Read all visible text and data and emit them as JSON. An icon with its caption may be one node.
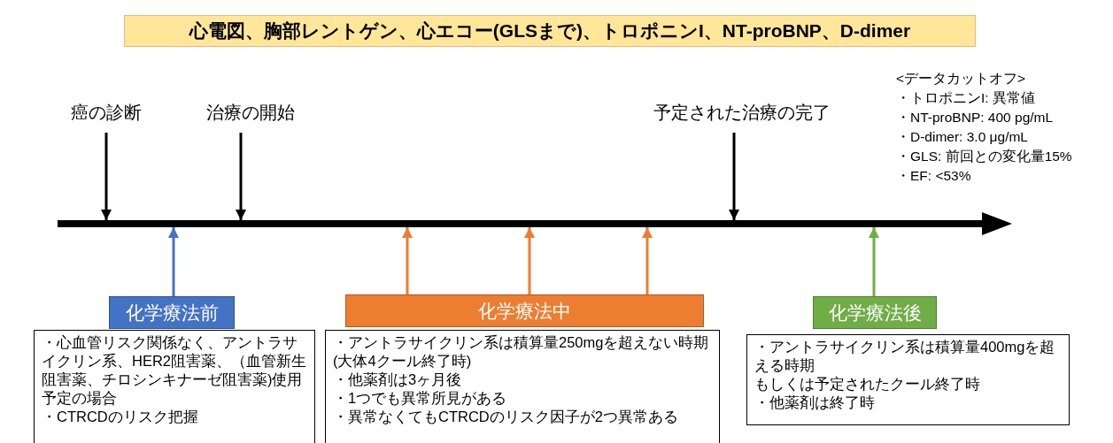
{
  "diagram": {
    "nodes": [
      {
        "text": [
          "心電図、胸部レントゲン、心エコー(GLSまで)、トロポニンI、NT-proBNP、D-dimer"
        ]
      },
      {
        "text": [
          "癌の診断"
        ]
      },
      {
        "text": [
          "治療の開始"
        ]
      },
      {
        "text": [
          "予定された治療の完了"
        ]
      },
      {
        "text": [],
        "shape": "bar"
      },
      {
        "text": [
          "化学療法前"
        ]
      },
      {
        "text": [
          "化学療法中"
        ]
      },
      {
        "text": [
          "化学療法後"
        ]
      },
      {
        "text": [
          "・心血管リスク関係なく、アントラサイクリン系、HER2阻害薬、（血管新生阻害薬、チロシンキナーゼ阻害薬)使用予定の場合",
          "・CTRCDのリスク把握"
        ]
      },
      {
        "text": [
          "・アントラサイクリン系は積算量250mgを超えない時期(大体4クール終了時)",
          "・他薬剤は3ヶ月後",
          "・1つでも異常所見がある",
          "・異常なくてもCTRCDのリスク因子が2つ異常ある"
        ]
      },
      {
        "text": [
          "・アントラサイクリン系は積算量400mgを超える時期",
          "もしくは予定されたクール終了時",
          "・他薬剤は終了時"
        ]
      }
    ],
    "edges": [
      {
        "from": 1,
        "to": 4,
        "arrow": "to"
      },
      {
        "from": 2,
        "to": 4,
        "arrow": "to"
      },
      {
        "from": 3,
        "to": 4,
        "arrow": "to"
      },
      {
        "from": 5,
        "to": 4,
        "arrow": "to",
        "color": "#4472c4"
      },
      {
        "from": 6,
        "to": 4,
        "arrow": "to",
        "color": "#ed7d31"
      },
      {
        "from": 6,
        "to": 4,
        "arrow": "to",
        "color": "#ed7d31"
      },
      {
        "from": 6,
        "to": 4,
        "arrow": "to",
        "color": "#ed7d31"
      },
      {
        "from": 7,
        "to": 4,
        "arrow": "to",
        "color": "#70ad47"
      }
    ],
    "labels": [
      "<データカットオフ>",
      "・トロポニンI: 異常値",
      "・NT-proBNP: 400 pg/mL",
      "・D-dimer: 3.0 μg/mL",
      "・GLS: 前回との変化量15%",
      "・EF: <53%"
    ]
  }
}
